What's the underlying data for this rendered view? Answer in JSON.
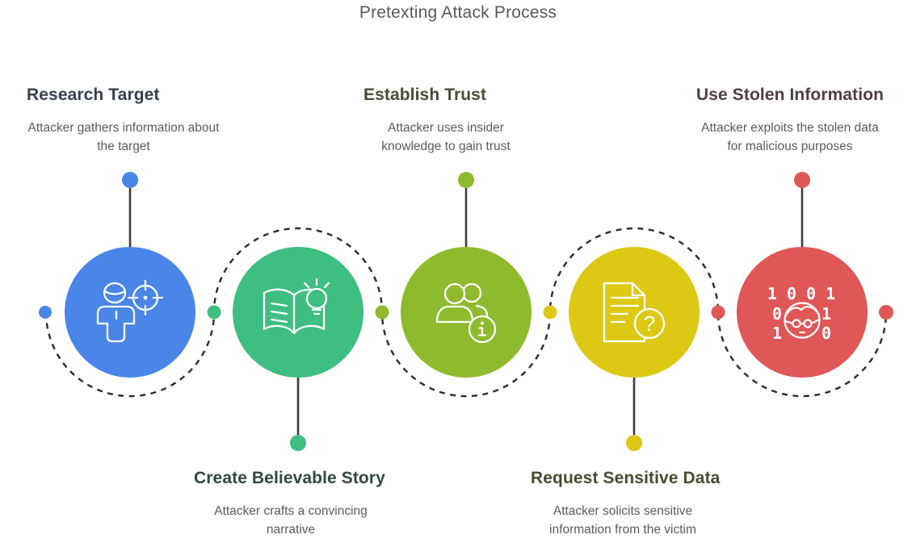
{
  "title": "Pretexting Attack Process",
  "steps": [
    {
      "title": "Research Target",
      "description": "Attacker gathers information about the target",
      "color": "#4a86e8",
      "title_color": "#36404e",
      "label_position": "top",
      "icon": "person-target-icon"
    },
    {
      "title": "Create Believable Story",
      "description": "Attacker crafts a convincing narrative",
      "color": "#3ebe80",
      "title_color": "#31493c",
      "label_position": "bottom",
      "icon": "book-idea-icon"
    },
    {
      "title": "Establish Trust",
      "description": "Attacker uses insider knowledge to gain trust",
      "color": "#8eba2e",
      "title_color": "#474e37",
      "label_position": "top",
      "icon": "people-info-icon"
    },
    {
      "title": "Request Sensitive Data",
      "description": "Attacker solicits sensitive information from the victim",
      "color": "#ddc814",
      "title_color": "#4b4a32",
      "label_position": "bottom",
      "icon": "document-question-icon"
    },
    {
      "title": "Use Stolen Information",
      "description": "Attacker exploits the stolen data for malicious purposes",
      "color": "#e05757",
      "title_color": "#4f3e46",
      "label_position": "top",
      "icon": "binary-face-icon"
    }
  ],
  "connector_dots": {
    "colors": [
      "#4a86e8",
      "#3ebe80",
      "#8eba2e",
      "#ddc814",
      "#e05757",
      "#e05757"
    ]
  },
  "icons": {
    "question_mark": "?",
    "binary": {
      "row1": "1 0 0 1",
      "row2_left": "0",
      "row2_right": "1",
      "row3_left": "1",
      "row3_right": "0"
    }
  },
  "text_colors": {
    "title": "#58595b",
    "description": "#575b60"
  }
}
